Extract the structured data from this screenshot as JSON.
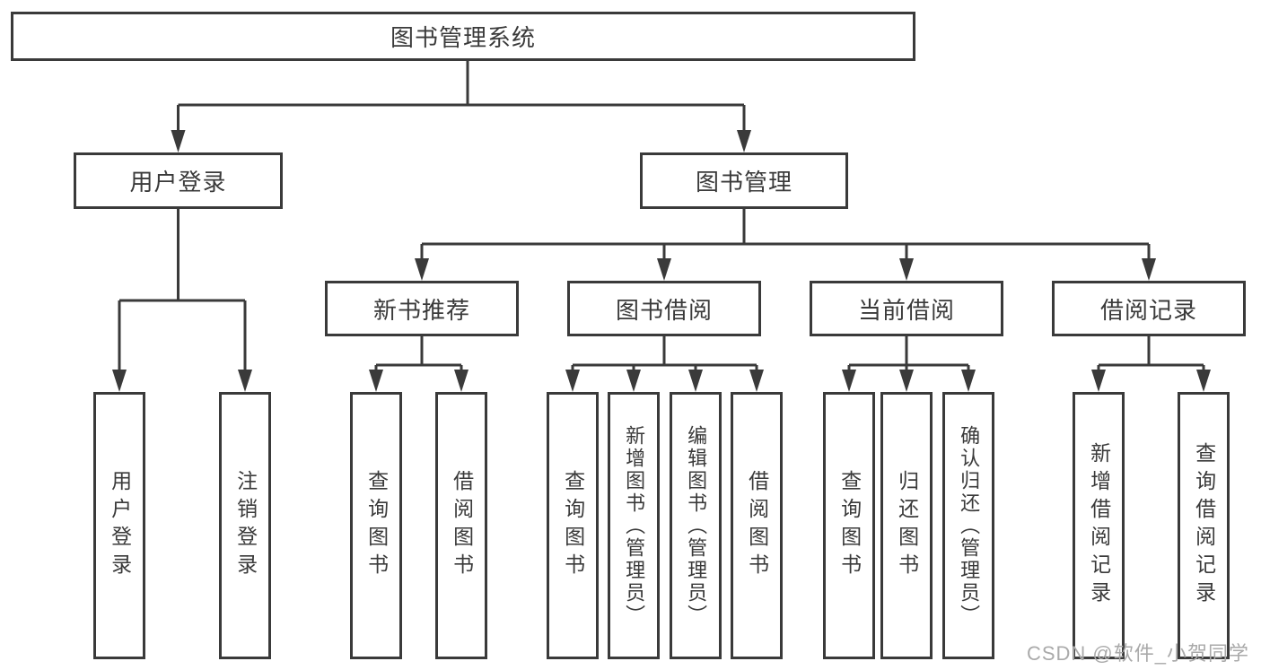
{
  "diagram": {
    "root": {
      "label": "图书管理系统"
    },
    "level2": [
      {
        "label": "用户登录"
      },
      {
        "label": "图书管理"
      }
    ],
    "level3": [
      {
        "label": "新书推荐"
      },
      {
        "label": "图书借阅"
      },
      {
        "label": "当前借阅"
      },
      {
        "label": "借阅记录"
      }
    ],
    "leaves": [
      {
        "label": "用户登录"
      },
      {
        "label": "注销登录"
      },
      {
        "label": "查询图书"
      },
      {
        "label": "借阅图书"
      },
      {
        "label": "查询图书"
      },
      {
        "label": "新增图书（管理员）"
      },
      {
        "label": "编辑图书（管理员）"
      },
      {
        "label": "借阅图书"
      },
      {
        "label": "查询图书"
      },
      {
        "label": "归还图书"
      },
      {
        "label": "确认归还（管理员）"
      },
      {
        "label": "新增借阅记录"
      },
      {
        "label": "查询借阅记录"
      }
    ]
  },
  "watermark": {
    "text": "CSDN @软件_小贺同学",
    "color": "#aaaaaa"
  },
  "colors": {
    "line": "#3a3a3a",
    "text": "#3a3a3a",
    "background": "#ffffff"
  }
}
